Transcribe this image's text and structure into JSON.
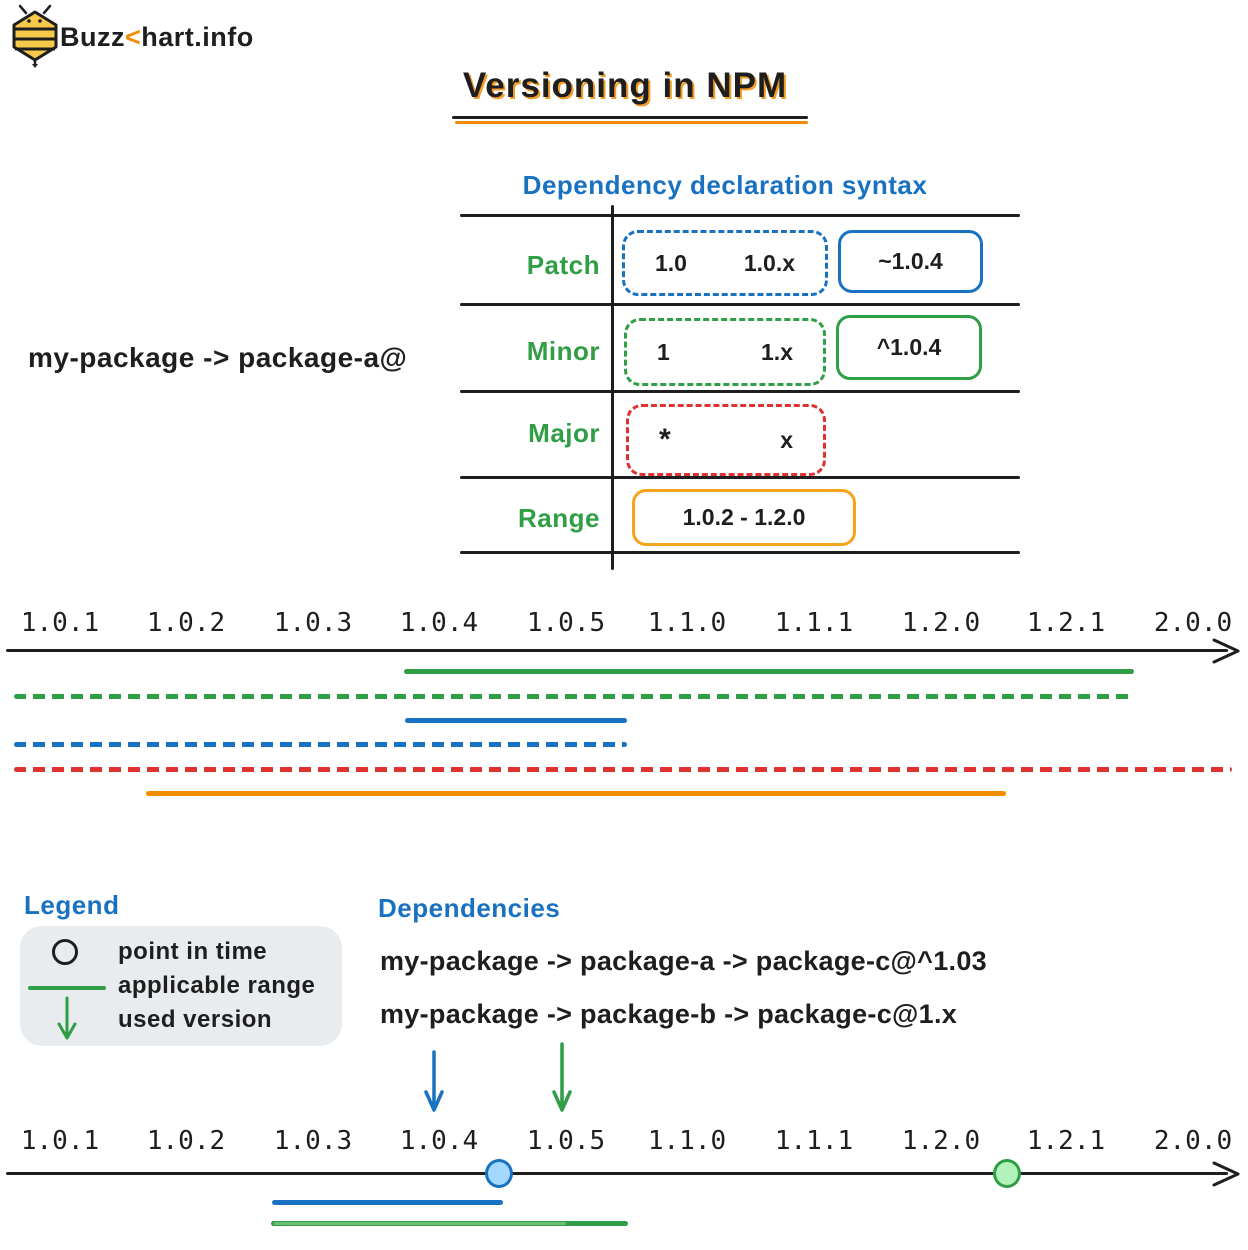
{
  "logo": {
    "buzz": "Buzz",
    "accent": "<",
    "rest": "hart.info"
  },
  "title": {
    "text": "Versioning in NPM"
  },
  "syntax_table": {
    "heading": "Dependency declaration syntax",
    "rows": [
      {
        "label": "Patch",
        "loose": [
          "1.0",
          "1.0.x"
        ],
        "pinned": "~1.0.4",
        "color": "#1971c2"
      },
      {
        "label": "Minor",
        "loose": [
          "1",
          "1.x"
        ],
        "pinned": "^1.0.4",
        "color": "#2f9e44"
      },
      {
        "label": "Major",
        "loose": [
          "*",
          "x"
        ],
        "color": "#e03131"
      },
      {
        "label": "Range",
        "range": "1.0.2 - 1.2.0",
        "color": "#f08c00"
      }
    ]
  },
  "package_note": {
    "text": "my-package -> package-a@"
  },
  "timeline": {
    "versions": [
      "1.0.1",
      "1.0.2",
      "1.0.3",
      "1.0.4",
      "1.0.5",
      "1.1.0",
      "1.1.1",
      "1.2.0",
      "1.2.1",
      "2.0.0"
    ]
  },
  "range_bars": [
    {
      "name": "caret-1.0.4",
      "style": "solid",
      "color": "#2f9e44",
      "from": "1.0.4",
      "to": "just before 2.0.0"
    },
    {
      "name": "minor-1.x",
      "style": "dashed",
      "color": "#2f9e44",
      "from": "before 1.0.1",
      "to": "just before 2.0.0"
    },
    {
      "name": "tilde-1.0.4",
      "style": "solid",
      "color": "#1971c2",
      "from": "1.0.4",
      "to": "just before 1.1.0"
    },
    {
      "name": "patch-1.0.x",
      "style": "dashed",
      "color": "#1971c2",
      "from": "before 1.0.1",
      "to": "just before 1.1.0"
    },
    {
      "name": "any-version",
      "style": "dashed",
      "color": "#e03131",
      "from": "before 1.0.1",
      "to": "past 2.0.0"
    },
    {
      "name": "range-1.0.2-1.2.0",
      "style": "solid",
      "color": "#f08c00",
      "from": "1.0.2",
      "to": "just past 1.2.0"
    }
  ],
  "legend": {
    "heading": "Legend",
    "items": [
      {
        "icon": "circle-icon",
        "label": "point in time"
      },
      {
        "icon": "green-line-icon",
        "label": "applicable range"
      },
      {
        "icon": "down-arrow-icon",
        "label": "used version"
      }
    ]
  },
  "dependencies": {
    "heading": "Dependencies",
    "lines": [
      "my-package -> package-a -> package-c@^1.03",
      "my-package -> package-b -> package-c@1.x"
    ]
  },
  "bottom_timeline": {
    "used_version_arrows": [
      {
        "color": "#1971c2",
        "at": "1.0.4"
      },
      {
        "color": "#2f9e44",
        "at": "1.0.5"
      }
    ],
    "points": [
      {
        "fill": "#a5d8ff",
        "stroke": "#1971c2",
        "at": "between 1.0.4 and 1.0.5"
      },
      {
        "fill": "#b2f2bb",
        "stroke": "#2f9e44",
        "at": "between 1.2.0 and 1.2.1"
      }
    ],
    "applicable_ranges": [
      {
        "color": "#1971c2",
        "from": "before 1.0.3",
        "to": "between 1.0.4 and 1.0.5"
      },
      {
        "color": "#2f9e44",
        "from": "before 1.0.3",
        "to": "between 1.0.5 and 1.1.0"
      }
    ]
  },
  "colors": {
    "ink": "#1e1e1e",
    "blue": "#1971c2",
    "green": "#2f9e44",
    "red": "#e03131",
    "orange": "#f08c00",
    "bee_yellow": "#f7c948",
    "point_blue_fill": "#a5d8ff",
    "point_green_fill": "#b2f2bb",
    "legend_bg": "#e9ecef"
  }
}
